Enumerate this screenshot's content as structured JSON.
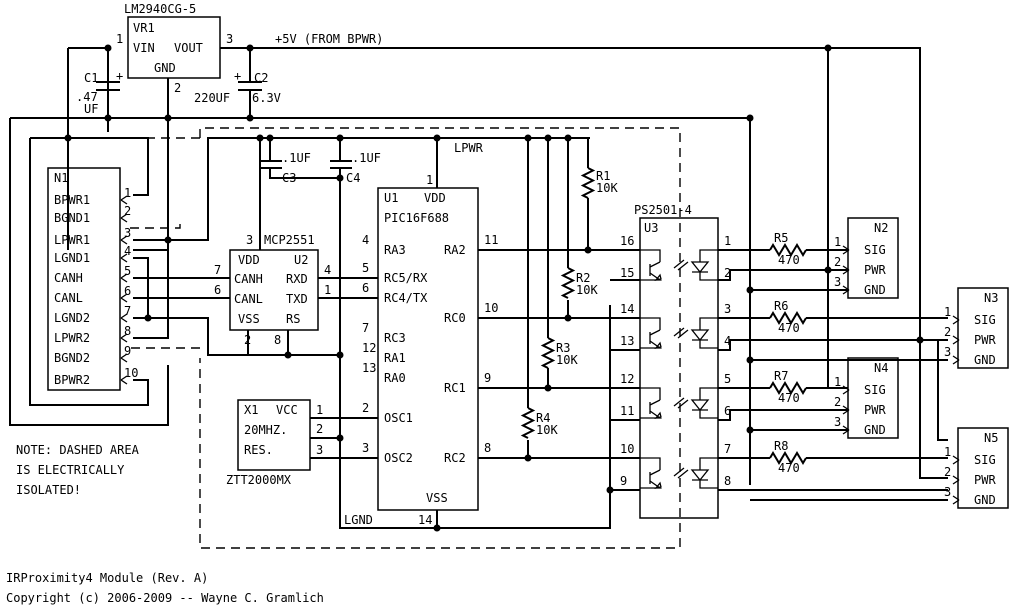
{
  "title": "IRProximity4 Module (Rev. A)",
  "copyright": "Copyright (c) 2006-2009 -- Wayne C. Gramlich",
  "note": [
    "NOTE: DASHED AREA",
    "IS ELECTRICALLY",
    "ISOLATED!"
  ],
  "nets": {
    "v5": "+5V (FROM BPWR)",
    "lpwr": "LPWR",
    "lgnd": "LGND"
  },
  "regulator": {
    "part": "LM2940CG-5",
    "ref": "VR1",
    "vin": "VIN",
    "vout": "VOUT",
    "gnd": "GND",
    "pin_in": "1",
    "pin_gnd": "2",
    "pin_out": "3"
  },
  "caps": [
    {
      "ref": "C1",
      "value_lines": [
        ".47",
        "UF"
      ]
    },
    {
      "ref": "C2",
      "value_lines": [
        "220UF",
        "6.3V"
      ]
    },
    {
      "ref": "C3",
      "value_lines": [
        ".1UF"
      ]
    },
    {
      "ref": "C4",
      "value_lines": [
        ".1UF"
      ]
    }
  ],
  "n1": {
    "ref": "N1",
    "pins": [
      {
        "num": "1",
        "name": "BPWR1"
      },
      {
        "num": "2",
        "name": "BGND1"
      },
      {
        "num": "3",
        "name": "LPWR1"
      },
      {
        "num": "4",
        "name": "LGND1"
      },
      {
        "num": "5",
        "name": "CANH"
      },
      {
        "num": "6",
        "name": "CANL"
      },
      {
        "num": "7",
        "name": "LGND2"
      },
      {
        "num": "8",
        "name": "LPWR2"
      },
      {
        "num": "9",
        "name": "BGND2"
      },
      {
        "num": "10",
        "name": "BPWR2"
      }
    ]
  },
  "mcp": {
    "part": "MCP2551",
    "ref": "U2",
    "left": [
      "VDD",
      "CANH",
      "CANL",
      "VSS"
    ],
    "right": [
      "RXD",
      "TXD",
      "RS"
    ],
    "pin_vdd": "3",
    "pin_canh": "7",
    "pin_canl": "6",
    "pin_rxd": "4",
    "pin_txd": "1",
    "pin_vss": "2",
    "pin_rs": "8"
  },
  "pic": {
    "ref": "U1",
    "part": "PIC16F688",
    "vdd": "VDD",
    "vss": "VSS",
    "pin_vdd": "1",
    "pin_vss": "14",
    "left": [
      {
        "num": "4",
        "name": "RA3"
      },
      {
        "num": "5",
        "name": "RC5/RX"
      },
      {
        "num": "6",
        "name": "RC4/TX"
      },
      {
        "num": "7",
        "name": "RC3"
      },
      {
        "num": "12",
        "name": "RA1"
      },
      {
        "num": "13",
        "name": "RA0"
      },
      {
        "num": "2",
        "name": "OSC1"
      },
      {
        "num": "3",
        "name": "OSC2"
      }
    ],
    "right": [
      {
        "num": "11",
        "name": "RA2"
      },
      {
        "num": "10",
        "name": "RC0"
      },
      {
        "num": "9",
        "name": "RC1"
      },
      {
        "num": "8",
        "name": "RC2"
      }
    ]
  },
  "crystal": {
    "ref": "X1",
    "vcc": "VCC",
    "freq": "20MHZ.",
    "res": "RES.",
    "part": "ZTT2000MX",
    "pins": [
      "1",
      "2",
      "3"
    ]
  },
  "opto": {
    "part": "PS2501-4",
    "ref": "U3",
    "left_pins": [
      "16",
      "15",
      "14",
      "13",
      "12",
      "11",
      "10",
      "9"
    ],
    "right_pins": [
      "1",
      "2",
      "3",
      "4",
      "5",
      "6",
      "7",
      "8"
    ]
  },
  "pullups": [
    {
      "ref": "R1",
      "value": "10K"
    },
    {
      "ref": "R2",
      "value": "10K"
    },
    {
      "ref": "R3",
      "value": "10K"
    },
    {
      "ref": "R4",
      "value": "10K"
    }
  ],
  "series_res": [
    {
      "ref": "R5",
      "value": "470"
    },
    {
      "ref": "R6",
      "value": "470"
    },
    {
      "ref": "R7",
      "value": "470"
    },
    {
      "ref": "R8",
      "value": "470"
    }
  ],
  "outputs": [
    {
      "ref": "N2",
      "pins": [
        {
          "num": "1",
          "name": "SIG"
        },
        {
          "num": "2",
          "name": "PWR"
        },
        {
          "num": "3",
          "name": "GND"
        }
      ]
    },
    {
      "ref": "N3",
      "pins": [
        {
          "num": "1",
          "name": "SIG"
        },
        {
          "num": "2",
          "name": "PWR"
        },
        {
          "num": "3",
          "name": "GND"
        }
      ]
    },
    {
      "ref": "N4",
      "pins": [
        {
          "num": "1",
          "name": "SIG"
        },
        {
          "num": "2",
          "name": "PWR"
        },
        {
          "num": "3",
          "name": "GND"
        }
      ]
    },
    {
      "ref": "N5",
      "pins": [
        {
          "num": "1",
          "name": "SIG"
        },
        {
          "num": "2",
          "name": "PWR"
        },
        {
          "num": "3",
          "name": "GND"
        }
      ]
    }
  ]
}
